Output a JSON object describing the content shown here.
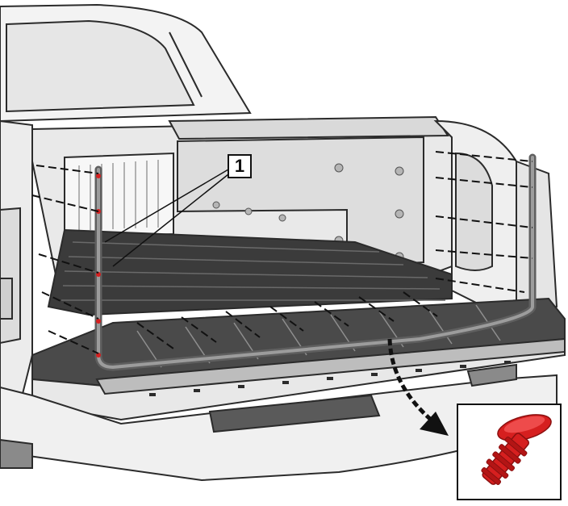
{
  "diagram": {
    "callout_label": "1",
    "colors": {
      "line": "#2b2b2b",
      "body": "#efefef",
      "body_shade": "#d6d6d6",
      "body_dark": "#9a9a9a",
      "trim": "#8c8c8c",
      "clip_red": "#d61f1f",
      "arrow": "#111111"
    },
    "icons": [
      "pickup-bed-illustration",
      "trim-strip",
      "push-clip-icon",
      "direction-arrow-icon"
    ]
  }
}
